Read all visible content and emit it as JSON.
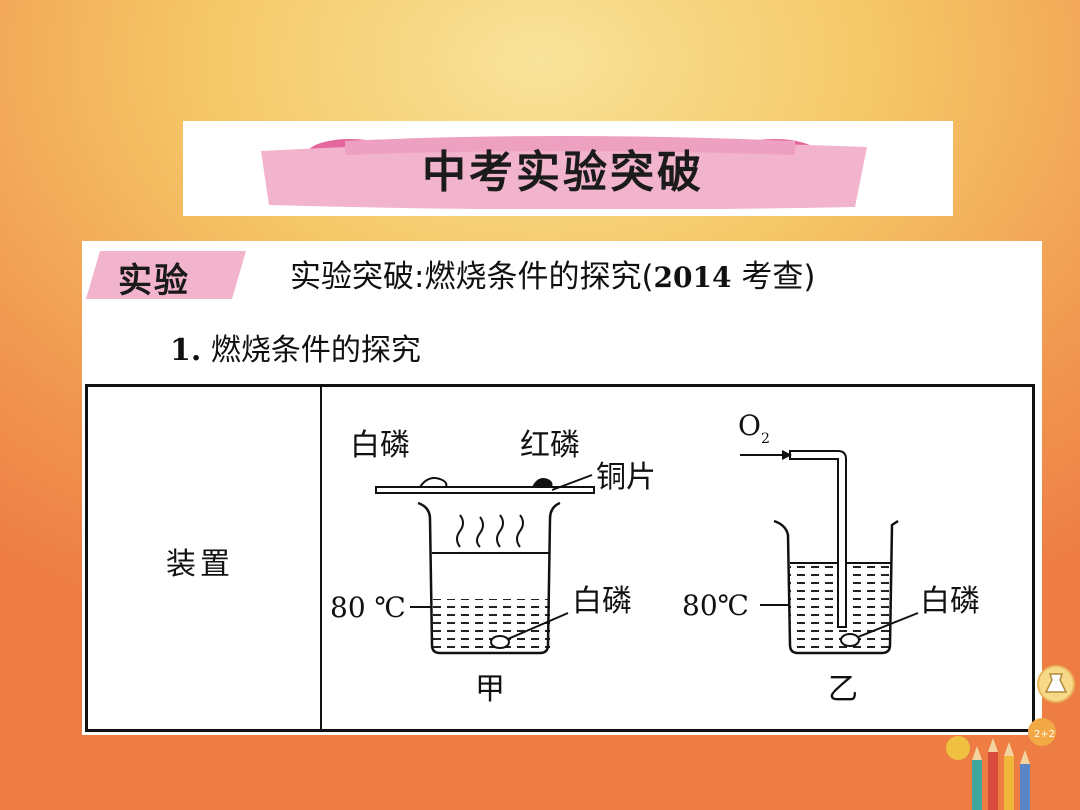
{
  "title": {
    "text": "中考实验突破"
  },
  "section": {
    "badge": "实验",
    "heading_prefix": "实验突破:燃烧条件的探究(",
    "heading_year": "2014",
    "heading_suffix": " 考查)"
  },
  "subheading": {
    "number": "1.",
    "text": " 燃烧条件的探究"
  },
  "table": {
    "row_label": "装置",
    "setup_a": {
      "white_phosphorus_top": "白磷",
      "red_phosphorus": "红磷",
      "copper_sheet": "铜片",
      "temperature": "80 ℃",
      "white_phosphorus_water": "白磷",
      "caption": "甲"
    },
    "setup_b": {
      "gas": "O",
      "gas_subscript": "2",
      "temperature": "80℃",
      "white_phosphorus_water": "白磷",
      "caption": "乙"
    }
  },
  "decoration": {
    "badge_text": "2+2"
  },
  "colors": {
    "banner_pink": "#f2b3cc",
    "banner_dark_pink": "#e4669c",
    "badge_pink": "#f2b3cc",
    "background_top": "#f8e39a",
    "background_bottom": "#ee7d44"
  }
}
